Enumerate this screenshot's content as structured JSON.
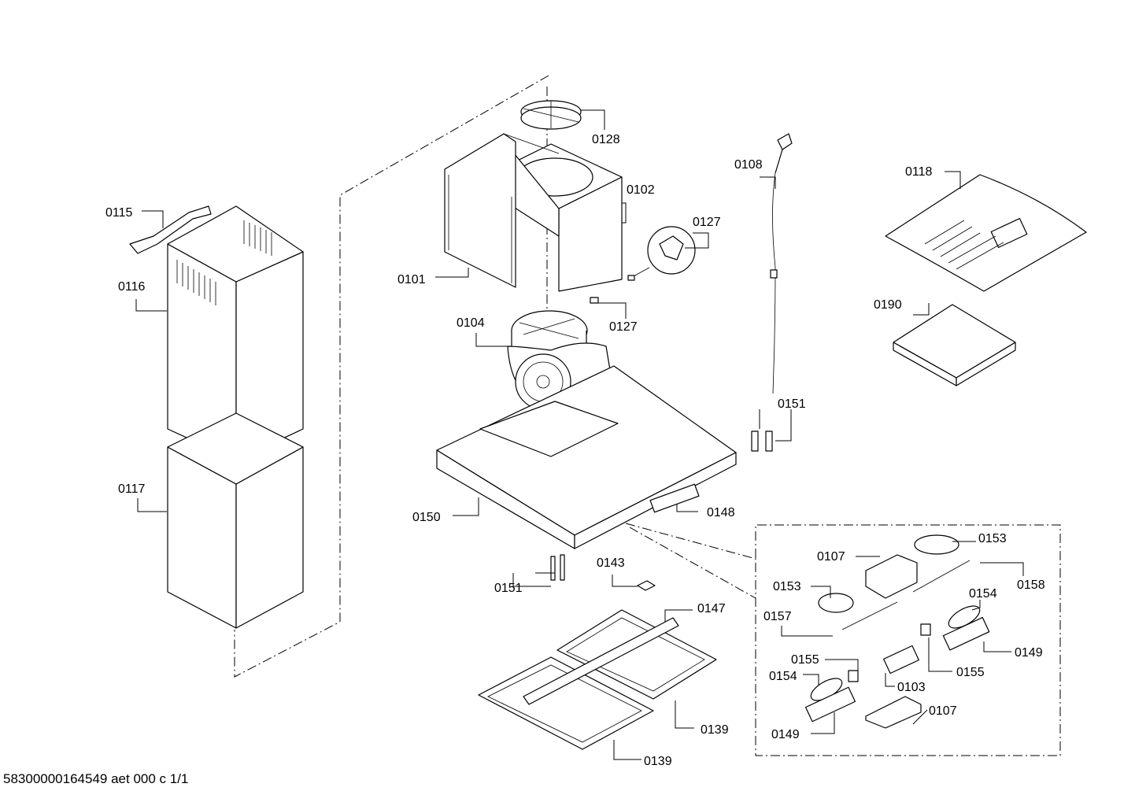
{
  "footer": "58300000164549 aet 000 c 1/1",
  "labels": {
    "p0128": "0128",
    "p0102": "0102",
    "p0101": "0101",
    "p0127a": "0127",
    "p0127b": "0127",
    "p0104": "0104",
    "p0108": "0108",
    "p0118": "0118",
    "p0190": "0190",
    "p0115": "0115",
    "p0116": "0116",
    "p0117": "0117",
    "p0151a": "0151",
    "p0151b": "0151",
    "p0150": "0150",
    "p0148": "0148",
    "p0143": "0143",
    "p0147": "0147",
    "p0139a": "0139",
    "p0139b": "0139",
    "p0107a": "0107",
    "p0153a": "0153",
    "p0153b": "0153",
    "p0158": "0158",
    "p0157": "0157",
    "p0154a": "0154",
    "p0154b": "0154",
    "p0155a": "0155",
    "p0155b": "0155",
    "p0149a": "0149",
    "p0149b": "0149",
    "p0103": "0103",
    "p0107b": "0107"
  }
}
